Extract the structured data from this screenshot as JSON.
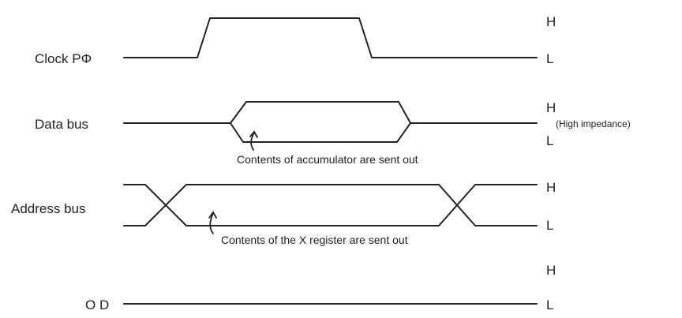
{
  "signals": {
    "clock": {
      "label": "Clock PΦ",
      "high": "H",
      "low": "L"
    },
    "data_bus": {
      "label": "Data bus",
      "high": "H",
      "low": "L",
      "impedance_note": "(High impedance)",
      "annotation": "Contents of accumulator are sent out"
    },
    "address_bus": {
      "label": "Address bus",
      "high": "H",
      "low": "L",
      "annotation": "Contents of the X register are sent out"
    },
    "od": {
      "label": "O D",
      "high": "H",
      "low": "L"
    }
  },
  "colors": {
    "line": "#222222",
    "background": "#ffffff"
  }
}
